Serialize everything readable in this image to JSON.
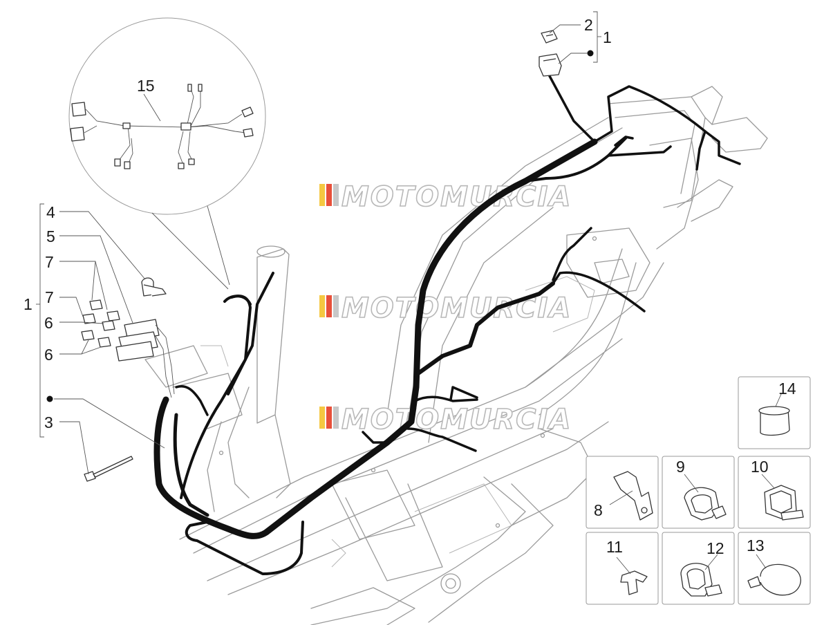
{
  "labels": {
    "p1_top": "1",
    "p2": "2",
    "p1_left": "1",
    "p3": "3",
    "p4": "4",
    "p5": "5",
    "p6a": "6",
    "p6b": "6",
    "p7a": "7",
    "p7b": "7",
    "p8": "8",
    "p9": "9",
    "p10": "10",
    "p11": "11",
    "p12": "12",
    "p13": "13",
    "p14": "14",
    "p15": "15"
  },
  "watermarks": [
    "MOTOMURCIA",
    "MOTOMURCIA",
    "MOTOMURCIA"
  ],
  "watermark_colors": [
    "#f5c842",
    "#e8503a",
    "#c8c8c8"
  ]
}
